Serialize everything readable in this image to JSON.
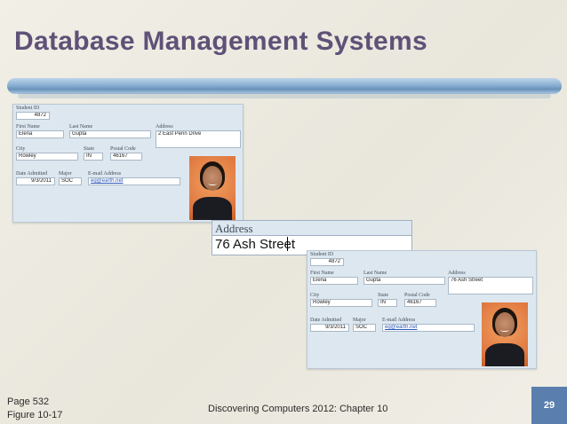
{
  "slide": {
    "title": "Database Management Systems",
    "footer_page": "Page 532",
    "footer_figure": "Figure 10-17",
    "footer_center": "Discovering Computers 2012: Chapter 10",
    "page_number": "29"
  },
  "form_before": {
    "student_id_label": "Student ID",
    "student_id": "4872",
    "first_name_label": "First Name",
    "first_name": "Elena",
    "last_name_label": "Last Name",
    "last_name": "Gupta",
    "address_label": "Address",
    "address": "2 East Penn Drive",
    "city_label": "City",
    "city": "Rowley",
    "state_label": "State",
    "state": "IN",
    "postal_label": "Postal Code",
    "postal": "46167",
    "date_label": "Date Admitted",
    "date": "9/3/2011",
    "major_label": "Major",
    "major": "SOC",
    "email_label": "E-mail Address",
    "email": "eg@earth.net"
  },
  "address_zoom": {
    "label": "Address",
    "value": "76 Ash Street"
  },
  "form_after": {
    "student_id_label": "Student ID",
    "student_id": "4872",
    "first_name_label": "First Name",
    "first_name": "Elena",
    "last_name_label": "Last Name",
    "last_name": "Gupta",
    "address_label": "Address",
    "address": "76 Ash Street",
    "city_label": "City",
    "city": "Rowley",
    "state_label": "State",
    "state": "IN",
    "postal_label": "Postal Code",
    "postal": "46167",
    "date_label": "Date Admitted",
    "date": "9/3/2011",
    "major_label": "Major",
    "major": "SOC",
    "email_label": "E-mail Address",
    "email": "eg@earth.net"
  },
  "colors": {
    "title": "#5f5177",
    "accent_bar": "#7ea9d2",
    "page_badge": "#5a7fae",
    "form_bg": "#dde7ef"
  }
}
